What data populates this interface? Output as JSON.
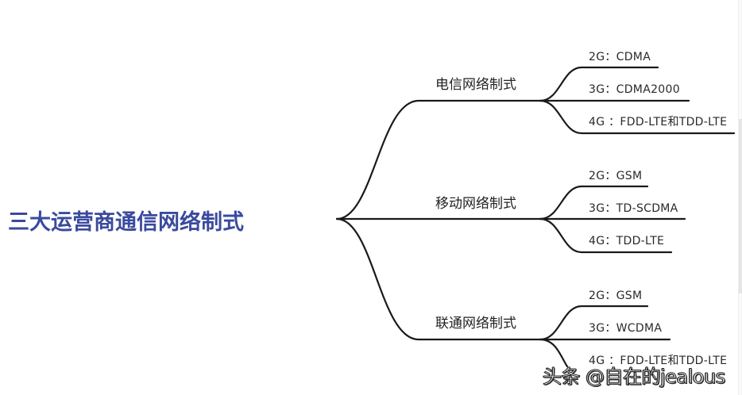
{
  "mindmap": {
    "root": {
      "label": "三大运营商通信网络制式",
      "color": "#3a4a9e"
    },
    "branches": [
      {
        "label": "电信网络制式",
        "leaves": [
          {
            "label": "2G：CDMA"
          },
          {
            "label": "3G：CDMA2000"
          },
          {
            "label": "4G ：FDD-LTE和TDD-LTE"
          }
        ]
      },
      {
        "label": "移动网络制式",
        "leaves": [
          {
            "label": "2G：GSM"
          },
          {
            "label": "3G：TD-SCDMA"
          },
          {
            "label": "4G：TDD-LTE"
          }
        ]
      },
      {
        "label": "联通网络制式",
        "leaves": [
          {
            "label": "2G：GSM"
          },
          {
            "label": "3G：WCDMA"
          },
          {
            "label": "4G ：FDD-LTE和TDD-LTE"
          }
        ]
      }
    ],
    "line_color": "#1a1a1a"
  },
  "watermark": {
    "text": "头条 @自在的jealous"
  }
}
